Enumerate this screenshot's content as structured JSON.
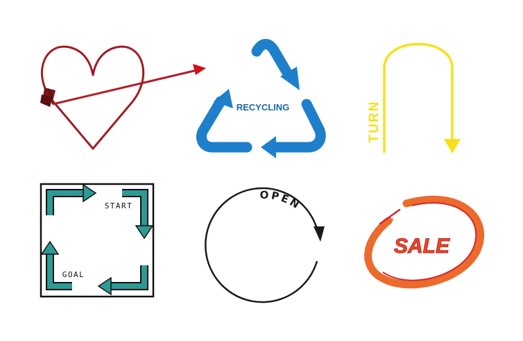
{
  "icons": {
    "heart_arrow": {
      "icon": "heart-with-arrow-icon",
      "stroke_color": "#a01c24",
      "arrow_color": "#b01d26"
    },
    "recycling": {
      "icon": "recycling-triangle-icon",
      "label": "RECYCLING",
      "color": "#1e7fcb",
      "label_color": "#1767b0"
    },
    "turn": {
      "icon": "u-turn-arrow-icon",
      "label": "TURN",
      "color": "#f7e01b"
    },
    "start_goal": {
      "icon": "square-loop-arrows-icon",
      "start_label": "START",
      "goal_label": "GOAL",
      "arrow_color": "#2c9a95",
      "frame_color": "#111111"
    },
    "open": {
      "icon": "circular-open-arrow-icon",
      "label": "OPEN",
      "color": "#1a1a1a"
    },
    "sale": {
      "icon": "sale-swoosh-icon",
      "label": "SALE",
      "swoosh_color": "#ec6a2c",
      "accent_color": "#d6262b"
    }
  }
}
